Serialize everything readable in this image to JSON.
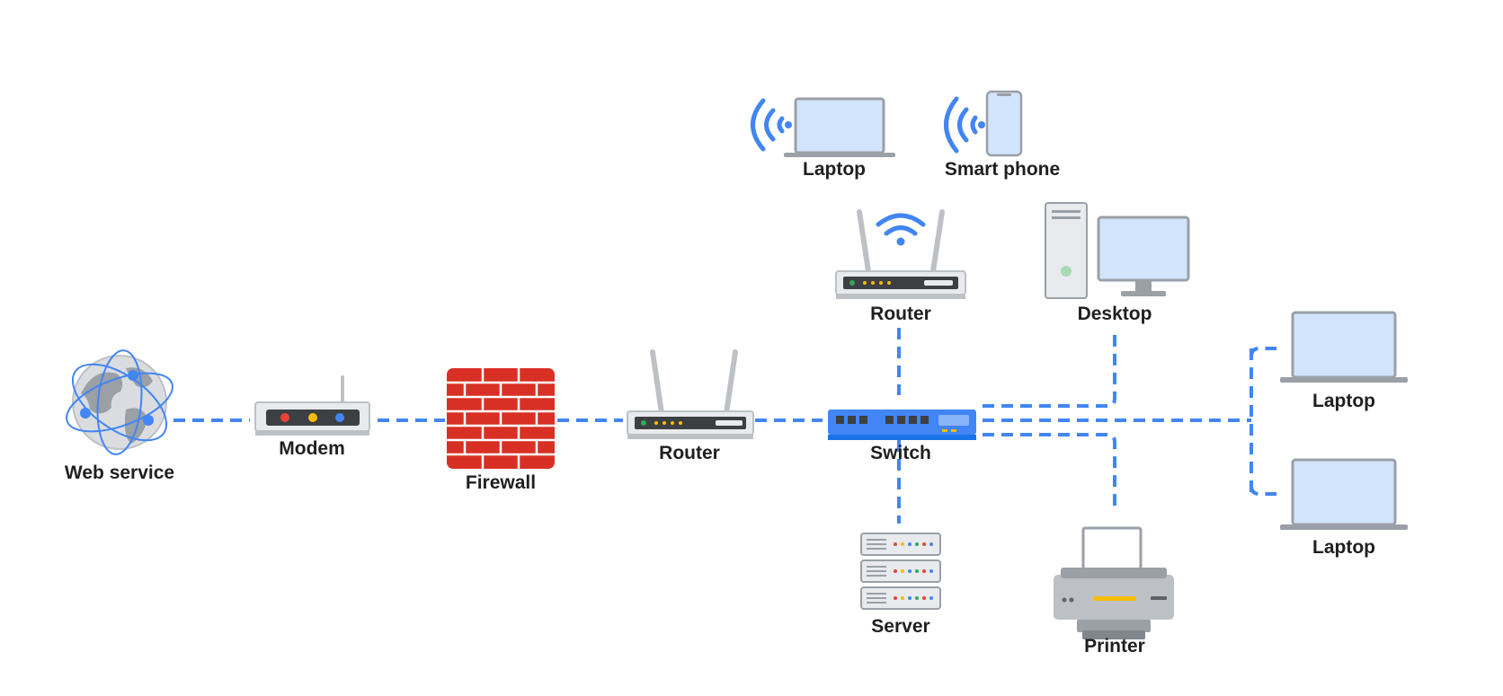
{
  "colors": {
    "link": "#4285f4",
    "device_body": "#e8eaed",
    "device_outline": "#9aa0a6",
    "screen": "#d2e3fc",
    "firewall_brick": "#d93025",
    "firewall_mortar": "#ffffff",
    "switch_body": "#4285f4",
    "led_red": "#ea4335",
    "led_yellow": "#fbbc04",
    "led_blue": "#4285f4",
    "led_green": "#34a853",
    "label_text": "#1f1f1f"
  },
  "nodes": {
    "web_service": {
      "label": "Web service",
      "icon": "globe-network-icon"
    },
    "modem": {
      "label": "Modem",
      "icon": "modem-icon"
    },
    "firewall": {
      "label": "Firewall",
      "icon": "brick-wall-icon"
    },
    "router_main": {
      "label": "Router",
      "icon": "router-icon"
    },
    "switch": {
      "label": "Switch",
      "icon": "network-switch-icon"
    },
    "router_wifi": {
      "label": "Router",
      "icon": "wifi-router-icon"
    },
    "laptop_wireless": {
      "label": "Laptop",
      "icon": "wireless-laptop-icon"
    },
    "smartphone": {
      "label": "Smart phone",
      "icon": "wireless-smartphone-icon"
    },
    "desktop": {
      "label": "Desktop",
      "icon": "desktop-computer-icon"
    },
    "server": {
      "label": "Server",
      "icon": "server-rack-icon"
    },
    "printer": {
      "label": "Printer",
      "icon": "printer-icon"
    },
    "laptop_top": {
      "label": "Laptop",
      "icon": "laptop-icon"
    },
    "laptop_bottom": {
      "label": "Laptop",
      "icon": "laptop-icon"
    }
  },
  "links": [
    {
      "from": "web_service",
      "to": "modem"
    },
    {
      "from": "modem",
      "to": "firewall"
    },
    {
      "from": "firewall",
      "to": "router_main"
    },
    {
      "from": "router_main",
      "to": "switch"
    },
    {
      "from": "switch",
      "to": "router_wifi"
    },
    {
      "from": "switch",
      "to": "server"
    },
    {
      "from": "switch",
      "to": "desktop"
    },
    {
      "from": "switch",
      "to": "printer"
    },
    {
      "from": "switch",
      "to": "laptop_top"
    },
    {
      "from": "switch",
      "to": "laptop_bottom"
    }
  ]
}
